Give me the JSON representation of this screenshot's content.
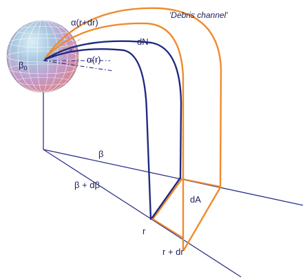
{
  "labels": {
    "alpha_r_dr": "α(r+dr)",
    "debris_channel": "'Debris channel'",
    "dN": "dN",
    "alpha_r": "α(r)",
    "beta_0": "β",
    "beta_0_sub": "0",
    "beta": "β",
    "beta_dbeta": "β + dβ",
    "dA": "dA",
    "r": "r",
    "r_dr": "r + dr"
  },
  "colors": {
    "navy": "#1f2a80",
    "orange": "#f08a2a",
    "label": "#1a1f5c"
  }
}
